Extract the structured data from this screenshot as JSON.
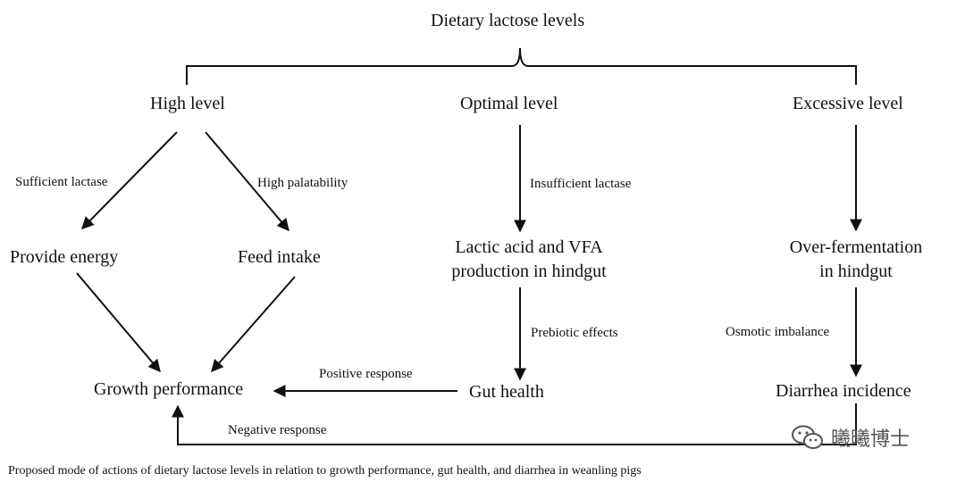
{
  "title": "Dietary lactose levels",
  "levels": {
    "high": "High level",
    "optimal": "Optimal level",
    "excessive": "Excessive level"
  },
  "nodes": {
    "provide_energy": "Provide energy",
    "feed_intake": "Feed intake",
    "lactic_line1": "Lactic acid and VFA",
    "lactic_line2": "production in hindgut",
    "over_line1": "Over-fermentation",
    "over_line2": "in hindgut",
    "growth_performance": "Growth performance",
    "gut_health": "Gut health",
    "diarrhea_incidence": "Diarrhea incidence"
  },
  "edge_labels": {
    "sufficient_lactase": "Sufficient lactase",
    "high_palatability": "High palatability",
    "insufficient_lactase": "Insufficient lactase",
    "prebiotic_effects": "Prebiotic effects",
    "osmotic_imbalance": "Osmotic imbalance",
    "positive_response": "Positive response",
    "negative_response": "Negative response"
  },
  "caption": "Proposed mode of actions of dietary lactose levels in relation to growth performance, gut health, and diarrhea in weanling pigs",
  "watermark": {
    "text": "曦曦博士",
    "icon": "wechat-icon"
  }
}
